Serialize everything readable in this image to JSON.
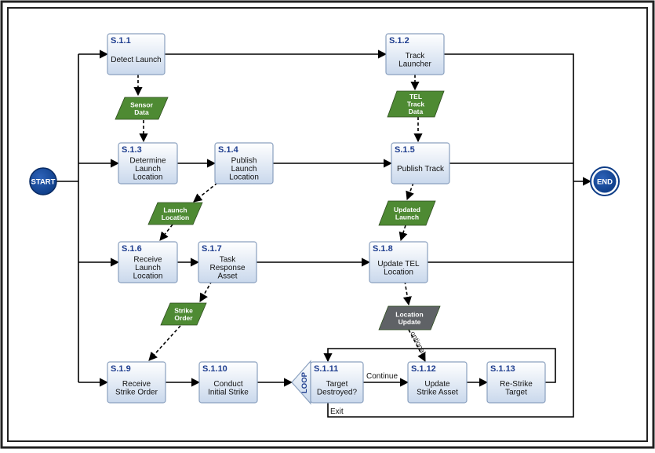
{
  "start_label": "START",
  "end_label": "END",
  "loop_label": "LOOP",
  "continue_label": "Continue",
  "exit_label": "Exit",
  "optional_label": "optional",
  "colors": {
    "node_fill": "#0d3c86",
    "process_fill_top": "#ffffff",
    "process_fill_bottom": "#c9d8ec",
    "process_border": "#8aa0bf",
    "id_text": "#1f3e8f",
    "data_green": "#4e8a33",
    "data_gray": "#5f6266"
  },
  "processes": [
    {
      "id": "S.1.1",
      "lines": [
        "Detect Launch"
      ]
    },
    {
      "id": "S.1.2",
      "lines": [
        "Track",
        "Launcher"
      ]
    },
    {
      "id": "S.1.3",
      "lines": [
        "Determine",
        "Launch",
        "Location"
      ]
    },
    {
      "id": "S.1.4",
      "lines": [
        "Publish",
        "Launch",
        "Location"
      ]
    },
    {
      "id": "S.1.5",
      "lines": [
        "Publish Track"
      ]
    },
    {
      "id": "S.1.6",
      "lines": [
        "Receive",
        "Launch",
        "Location"
      ]
    },
    {
      "id": "S.1.7",
      "lines": [
        "Task",
        "Response",
        "Asset"
      ]
    },
    {
      "id": "S.1.8",
      "lines": [
        "Update TEL",
        "Location"
      ]
    },
    {
      "id": "S.1.9",
      "lines": [
        "Receive",
        "Strike Order"
      ]
    },
    {
      "id": "S.1.10",
      "lines": [
        "Conduct",
        "Initial Strike"
      ]
    },
    {
      "id": "S.1.11",
      "lines": [
        "Target",
        "Destroyed?"
      ]
    },
    {
      "id": "S.1.12",
      "lines": [
        "Update",
        "Strike Asset"
      ]
    },
    {
      "id": "S.1.13",
      "lines": [
        "Re-Strike",
        "Target"
      ]
    }
  ],
  "data_items": [
    {
      "lines": [
        "Sensor",
        "Data"
      ],
      "tone": "green"
    },
    {
      "lines": [
        "TEL",
        "Track",
        "Data"
      ],
      "tone": "green"
    },
    {
      "lines": [
        "Launch",
        "Location"
      ],
      "tone": "green"
    },
    {
      "lines": [
        "Updated",
        "Launch"
      ],
      "tone": "green"
    },
    {
      "lines": [
        "Strike",
        "Order"
      ],
      "tone": "green"
    },
    {
      "lines": [
        "Location",
        "Update"
      ],
      "tone": "gray"
    }
  ]
}
